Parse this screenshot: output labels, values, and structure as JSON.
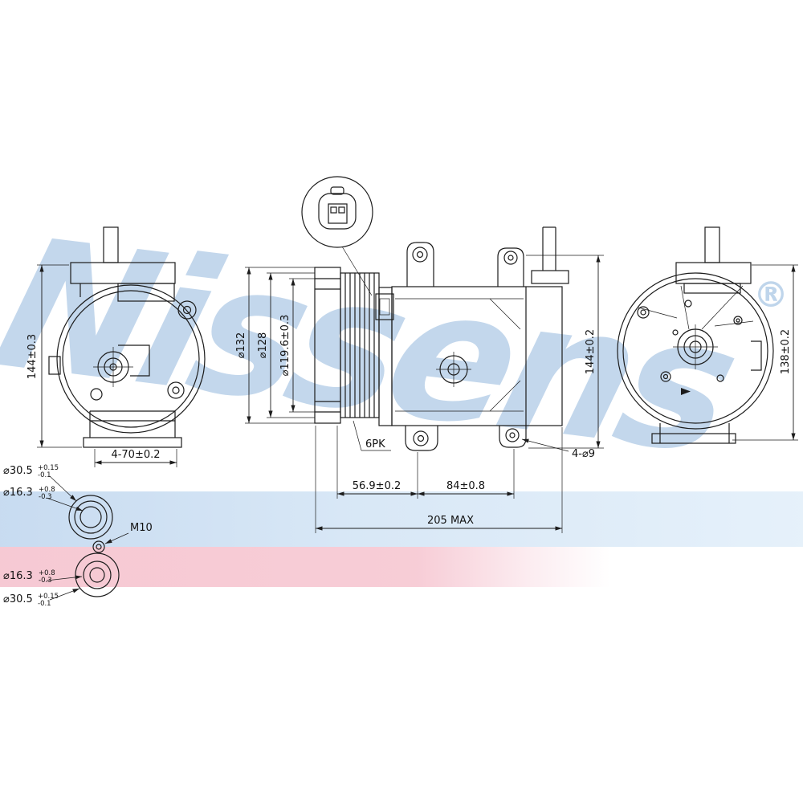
{
  "watermark": {
    "text": "Nissens",
    "registered": "®"
  },
  "dims": {
    "front_height": "144±0.3",
    "front_feet": "4-70±0.2",
    "pulley_dia_outer": "⌀132",
    "pulley_dia_mid": "⌀128",
    "pulley_dia_groove": "⌀119.6±0.3",
    "belt_type": "6PK",
    "pulley_offset": "56.9±0.2",
    "mount_span": "84±0.8",
    "total_length": "205 MAX",
    "side_height": "144±0.2",
    "mount_holes": "4-⌀9",
    "rear_height": "138±0.2"
  },
  "bushings": {
    "top_outer": {
      "dia": "⌀30.5",
      "plus": "+0.15",
      "minus": "-0.1"
    },
    "top_inner": {
      "dia": "⌀16.3",
      "plus": "+0.8",
      "minus": "-0.3"
    },
    "stud_thread": "M10",
    "bottom_inner": {
      "dia": "⌀16.3",
      "plus": "+0.8",
      "minus": "-0.3"
    },
    "bottom_outer": {
      "dia": "⌀30.5",
      "plus": "+0.15",
      "minus": "-0.1"
    }
  },
  "colors": {
    "line": "#1c1c1c",
    "band_blue": "#cbdff2",
    "band_pink": "#f6c9d3",
    "watermark": "#b9d1e9"
  }
}
